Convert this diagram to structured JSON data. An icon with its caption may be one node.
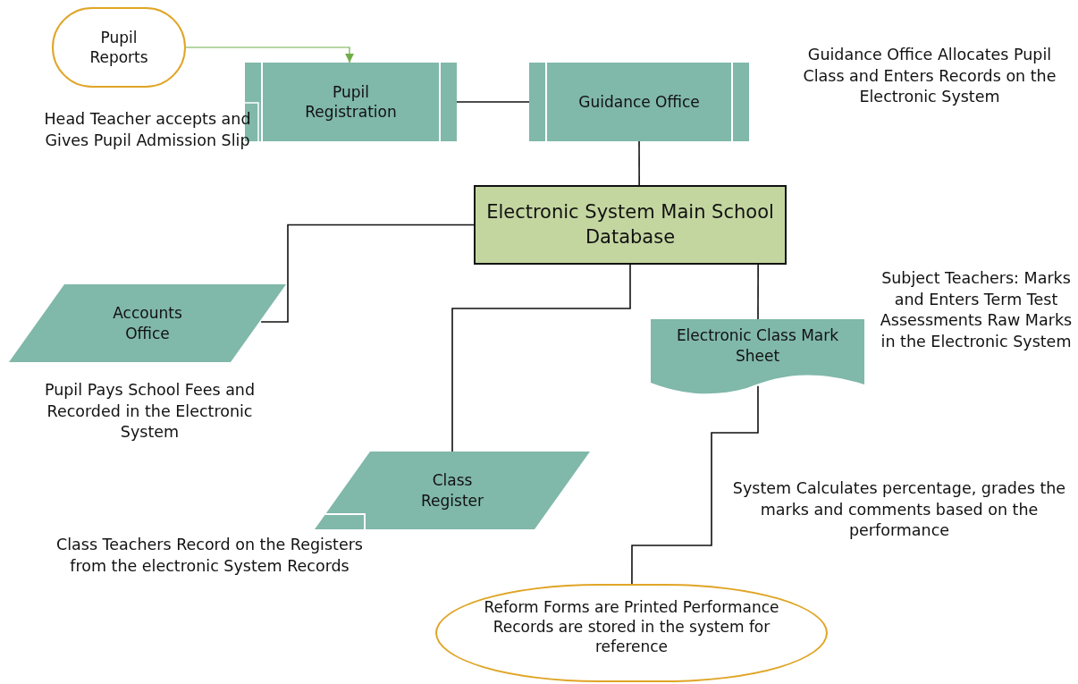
{
  "diagram": {
    "nodes": [
      {
        "text": [
          "Pupil Reports"
        ]
      },
      {
        "text": [
          "Pupil Registration"
        ],
        "beside": [
          "Head Teacher accepts and Gives Pupil Admission Slip"
        ]
      },
      {
        "text": [
          "Guidance Office"
        ],
        "beside": [
          "Guidance Office Allocates Pupil Class and Enters Records on the Electronic System"
        ]
      },
      {
        "text": [
          "Electronic System Main School Database"
        ]
      },
      {
        "text": [
          "Accounts Office"
        ],
        "beside": [
          "Pupil Pays School Fees and Recorded in the Electronic System"
        ]
      },
      {
        "text": [
          "Electronic Class Mark Sheet"
        ],
        "beside": [
          "Subject Teachers: Marks and Enters Term Test Assessments Raw Marks in the Electronic System"
        ]
      },
      {
        "text": [
          "Class Register"
        ],
        "beside": [
          "Class Teachers Record on the Registers from the electronic System Records"
        ]
      },
      {
        "text": [
          "Reform Forms are Printed Performance Records are stored in the system for reference"
        ]
      }
    ],
    "edges": [
      {
        "from": 0,
        "to": 1,
        "arrow": "to",
        "color": "#70ad47"
      },
      {
        "from": 1,
        "to": 2,
        "arrow": "none"
      },
      {
        "from": 2,
        "to": 3,
        "arrow": "none"
      },
      {
        "from": 3,
        "to": 4,
        "arrow": "none"
      },
      {
        "from": 3,
        "to": 6,
        "arrow": "none"
      },
      {
        "from": 3,
        "to": 5,
        "arrow": "none"
      },
      {
        "from": 5,
        "to": 7,
        "arrow": "none"
      }
    ],
    "labels": [
      "System Calculates percentage, grades the marks and comments based on the performance"
    ]
  }
}
